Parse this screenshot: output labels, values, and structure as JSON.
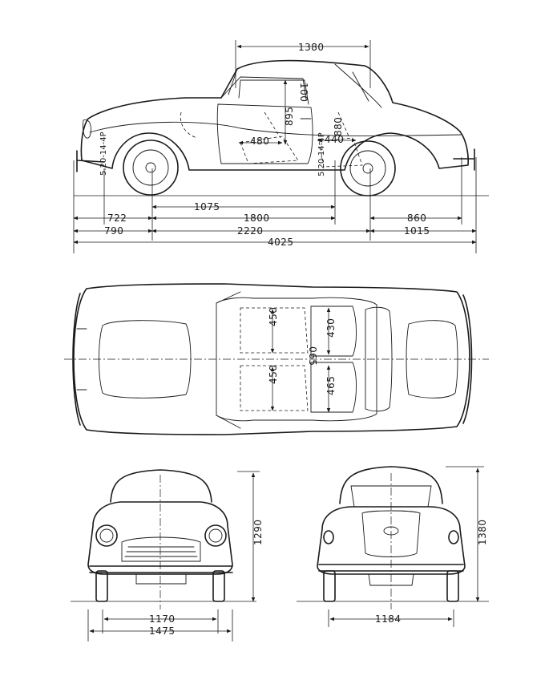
{
  "dimensions_mm": {
    "top_frame_length": "1380",
    "windshield_height": "100",
    "seat_to_roof_height": "895",
    "door_area_depth": "880",
    "front_seat_depth": "480",
    "rear_area_depth": "440",
    "front_wheel_to_door": "1075",
    "front_overhang_inner": "722",
    "wheel_offset_inner": "1800",
    "rear_overhang_inner": "860",
    "front_overhang": "790",
    "wheelbase": "2220",
    "rear_overhang": "1015",
    "overall_length": "4025",
    "seat_width_front_left": "450",
    "seat_width_front_right": "430",
    "cabin_width": "065",
    "seat_width_rear_left": "450",
    "seat_width_rear_right": "465",
    "overall_height_front": "1290",
    "front_track": "1170",
    "overall_width": "1475",
    "overall_height_rear": "1380",
    "rear_track": "1184"
  },
  "tire_size": "5.20-14-4P"
}
